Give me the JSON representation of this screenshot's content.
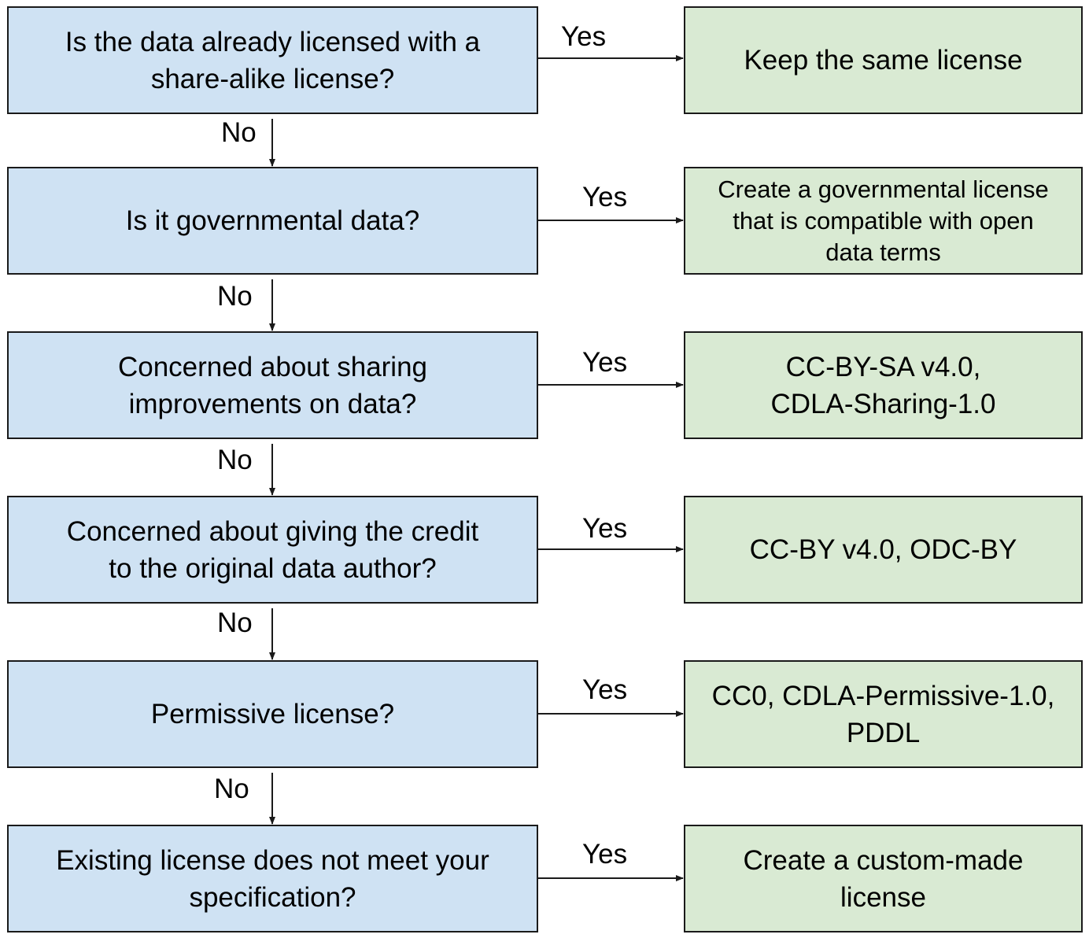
{
  "colors": {
    "question_fill": "#cfe2f3",
    "outcome_fill": "#d9ead3",
    "stroke": "#1a1a1a"
  },
  "steps": [
    {
      "question": "Is the data already licensed with a\nshare-alike license?",
      "yes_label": "Yes",
      "outcome": "Keep the same license",
      "no_label": "No"
    },
    {
      "question": "Is it governmental data?",
      "yes_label": "Yes",
      "outcome": "Create a governmental license\nthat is compatible with open\ndata terms",
      "no_label": "No"
    },
    {
      "question": "Concerned about sharing\nimprovements on data?",
      "yes_label": "Yes",
      "outcome": "CC-BY-SA v4.0,\nCDLA-Sharing-1.0",
      "no_label": "No"
    },
    {
      "question": "Concerned about giving the credit\nto the original data author?",
      "yes_label": "Yes",
      "outcome": "CC-BY v4.0, ODC-BY",
      "no_label": "No"
    },
    {
      "question": "Permissive license?",
      "yes_label": "Yes",
      "outcome": "CC0, CDLA-Permissive-1.0,\nPDDL",
      "no_label": "No"
    },
    {
      "question": "Existing license does not meet your\nspecification?",
      "yes_label": "Yes",
      "outcome": "Create a custom-made\nlicense"
    }
  ]
}
